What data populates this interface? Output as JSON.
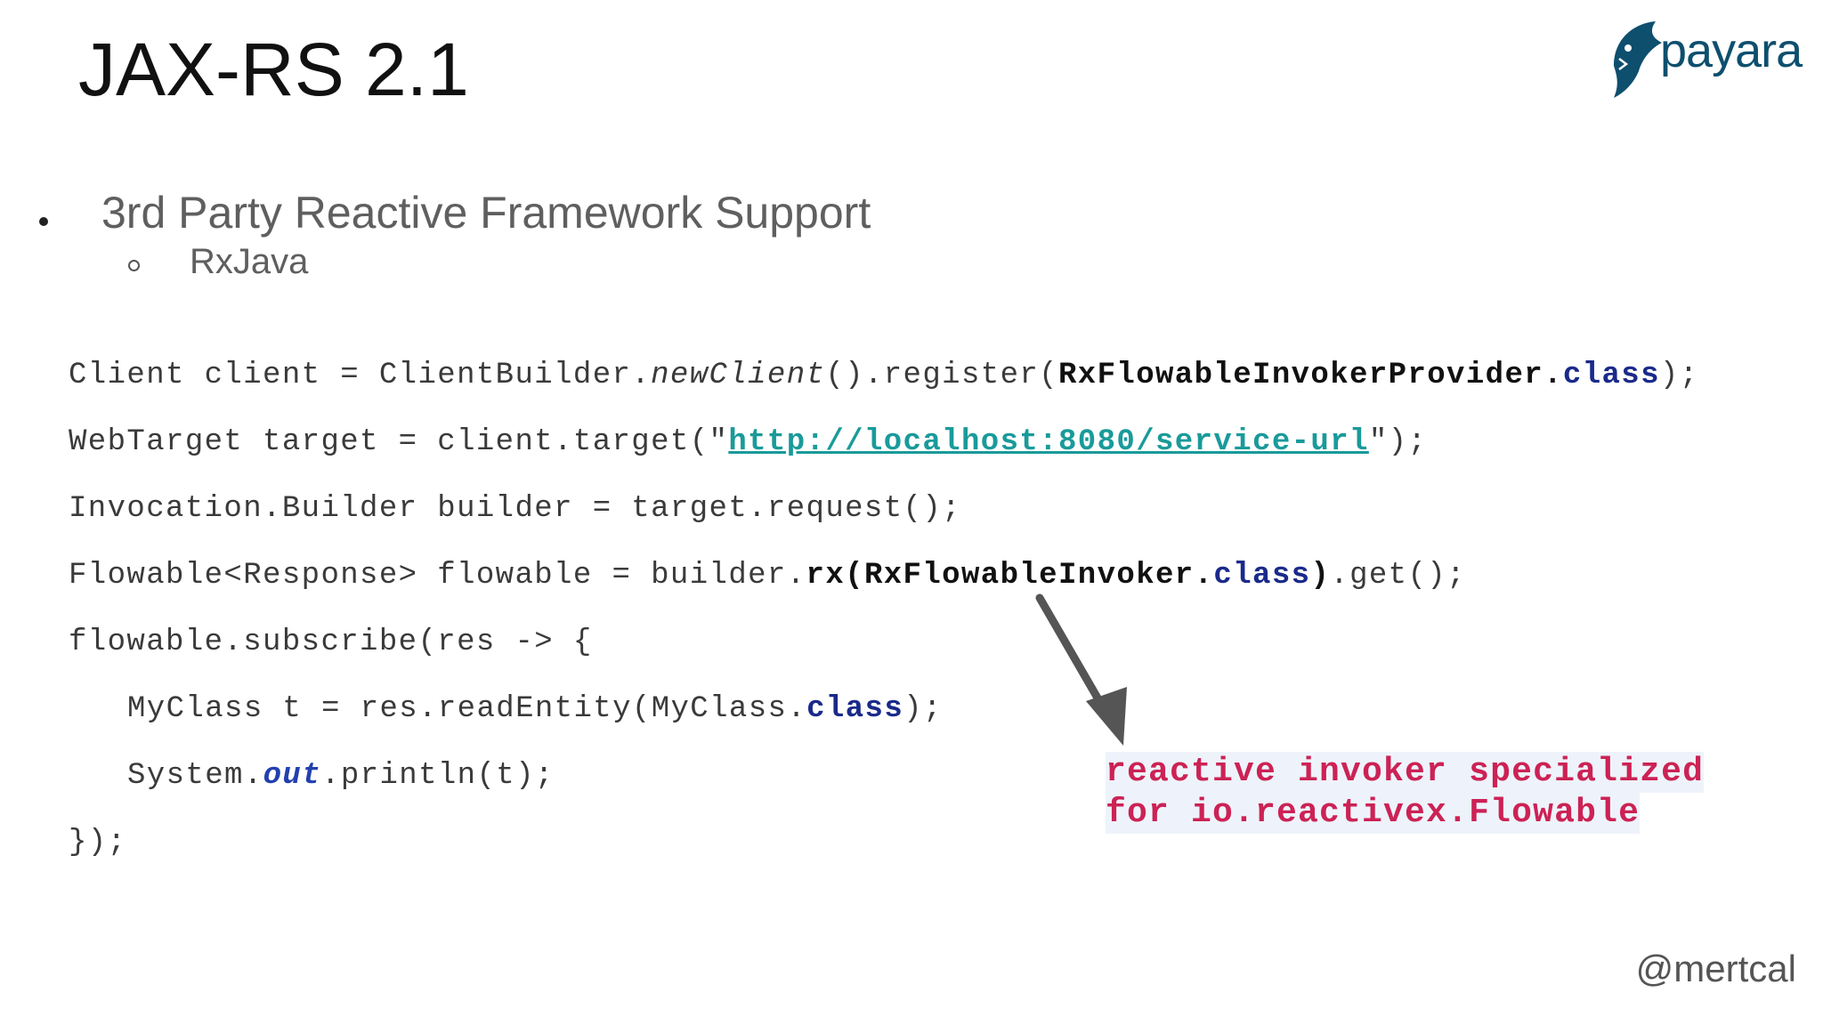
{
  "slide": {
    "title": "JAX-RS 2.1",
    "bullet_1": "3rd Party Reactive Framework Support",
    "bullet_1_sub": "RxJava"
  },
  "logo": {
    "text": "payara"
  },
  "code": {
    "line1": {
      "a": "Client client = ClientBuilder.",
      "b": "newClient",
      "c": "().register(",
      "d": "RxFlowableInvokerProvider",
      "e": ".",
      "f": "class",
      "g": ");"
    },
    "line2": {
      "a": "WebTarget target = client.target(\"",
      "b": "http://localhost:8080/service-url",
      "c": "\");"
    },
    "line3": {
      "a": "Invocation.Builder builder = target.request();"
    },
    "line4": {
      "a": "Flowable<Response> flowable = builder.",
      "b": "rx(RxFlowableInvoker",
      "c": ".",
      "d": "class",
      "e": ")",
      "f": ".get();"
    },
    "line5": {
      "a": "flowable.subscribe(res -> {"
    },
    "line6": {
      "a": "MyClass t = res.readEntity(MyClass.",
      "b": "class",
      "c": ");"
    },
    "line7": {
      "a": "System.",
      "b": "out",
      "c": ".println(t);"
    },
    "line8": {
      "a": "});"
    }
  },
  "callout": {
    "line1": "reactive invoker specialized",
    "line2": "for io.reactivex.Flowable"
  },
  "footer": {
    "handle": "@mertcal"
  },
  "colors": {
    "title": "#111111",
    "body_text": "#5f5f5f",
    "keyword": "#1a2a8a",
    "url": "#1a9a9a",
    "callout_text": "#cc2255",
    "logo": "#0e4f6e"
  },
  "icons": {
    "logo_mark": "fish-icon",
    "pointer": "arrow-icon"
  }
}
